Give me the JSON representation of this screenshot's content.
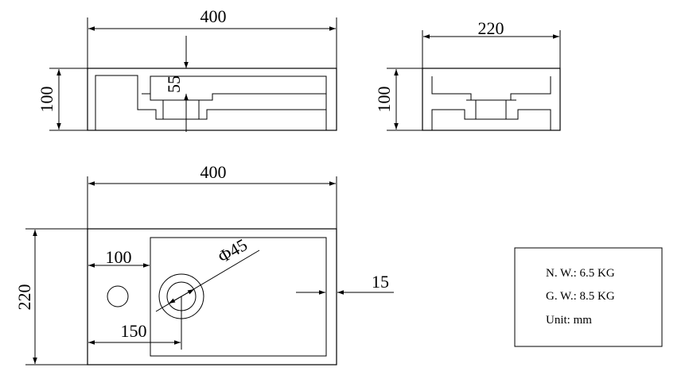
{
  "front_view": {
    "width_label": "400",
    "height_label": "100",
    "depth_label": "55"
  },
  "side_view": {
    "width_label": "220",
    "height_label": "100"
  },
  "top_view": {
    "width_label": "400",
    "depth_label": "220",
    "tap_offset_label": "100",
    "drain_offset_label": "150",
    "drain_diameter_label": "Φ45",
    "rim_label": "15"
  },
  "spec_box": {
    "net_weight": "N. W.: 6.5 KG",
    "gross_weight": "G. W.: 8.5 KG",
    "unit": "Unit: mm"
  }
}
